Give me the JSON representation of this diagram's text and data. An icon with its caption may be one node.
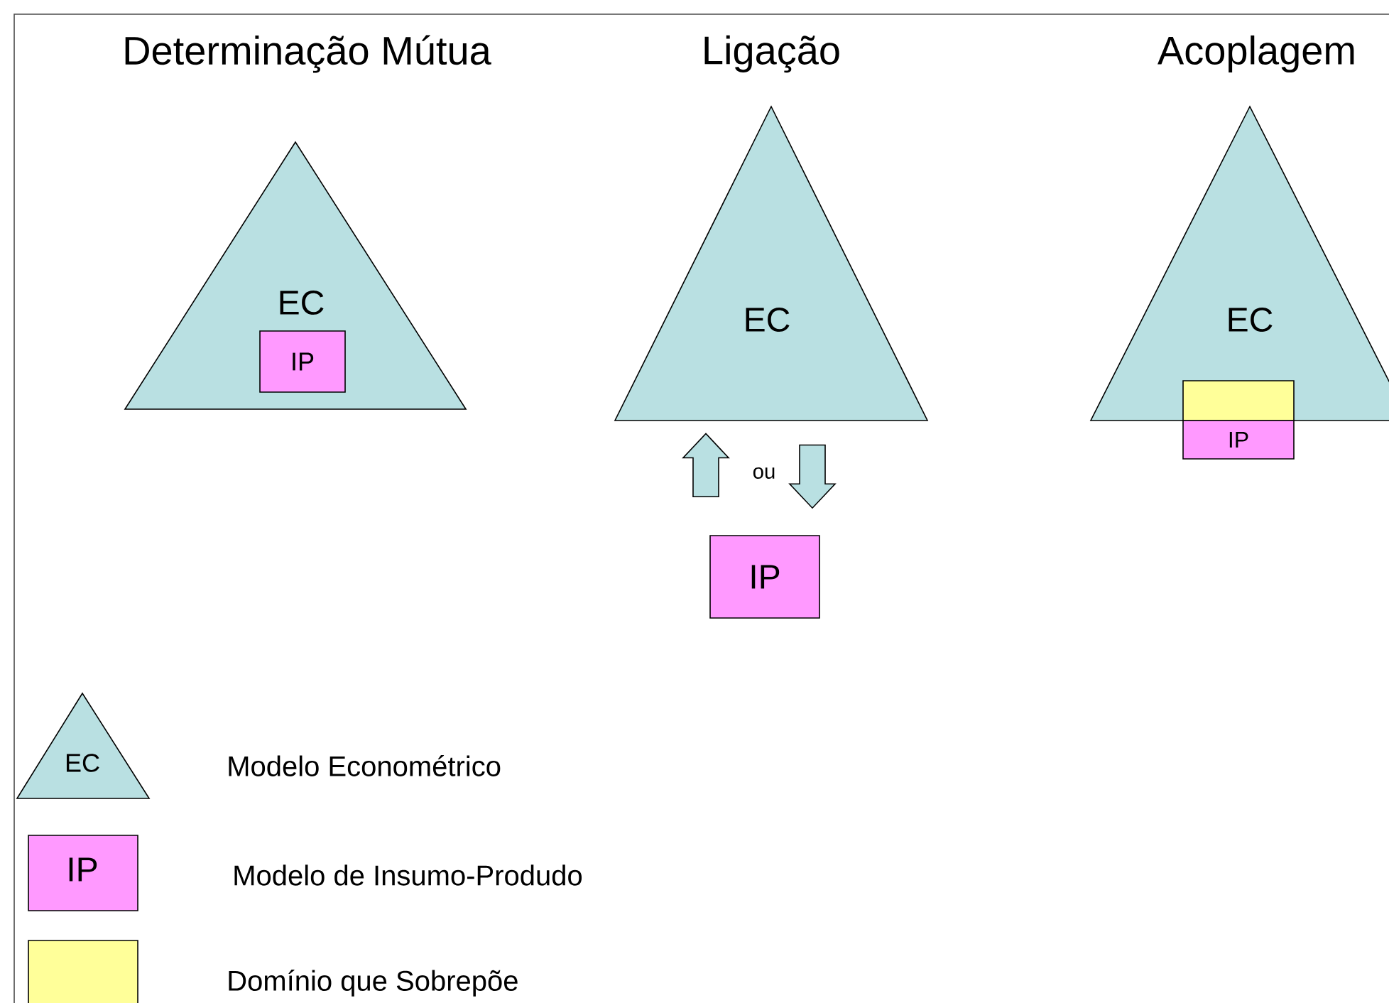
{
  "diagram": {
    "nodes": [
      {
        "text": [
          "Determinação Mútua",
          "EC"
        ]
      },
      {
        "text": [
          "IP"
        ],
        "in": 0
      },
      {
        "text": [
          "Ligação",
          "EC"
        ]
      },
      {
        "text": [
          "IP"
        ]
      },
      {
        "text": [
          "Acoplagem",
          "EC"
        ]
      },
      {
        "text": [],
        "shape": "box",
        "in": 4
      },
      {
        "text": [
          "IP"
        ]
      }
    ],
    "edges": [
      {
        "from": 3,
        "to": 2,
        "arrow": "to"
      },
      {
        "from": 2,
        "to": 3,
        "arrow": "to"
      }
    ],
    "labels": [
      "ou",
      "EC",
      "IP"
    ],
    "legend": [
      {
        "text": "Modelo Econométrico"
      },
      {
        "text": "Modelo de Insumo-Produdo",
        "color": "#ff99ff"
      },
      {
        "text": "Domínio que Sobrepõe",
        "color": "#ffff99"
      }
    ]
  }
}
